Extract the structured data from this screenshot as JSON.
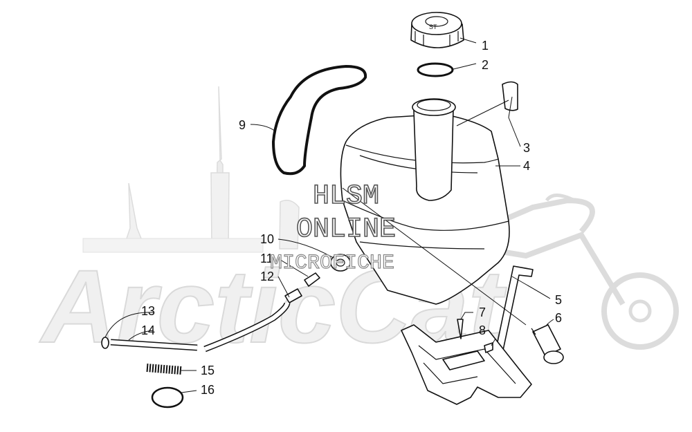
{
  "watermark": {
    "background_text": "ArcticCat",
    "line1": "HLSM",
    "line2": "ONLINE",
    "line3": "MICROFICHE"
  },
  "callouts": {
    "c1": "1",
    "c2": "2",
    "c3": "3",
    "c4": "4",
    "c5": "5",
    "c6": "6",
    "c7": "7",
    "c8": "8",
    "c9": "9",
    "c10": "10",
    "c11": "11",
    "c12": "12",
    "c13": "13",
    "c14": "14",
    "c15": "15",
    "c16": "16"
  },
  "cap_text": "ST"
}
